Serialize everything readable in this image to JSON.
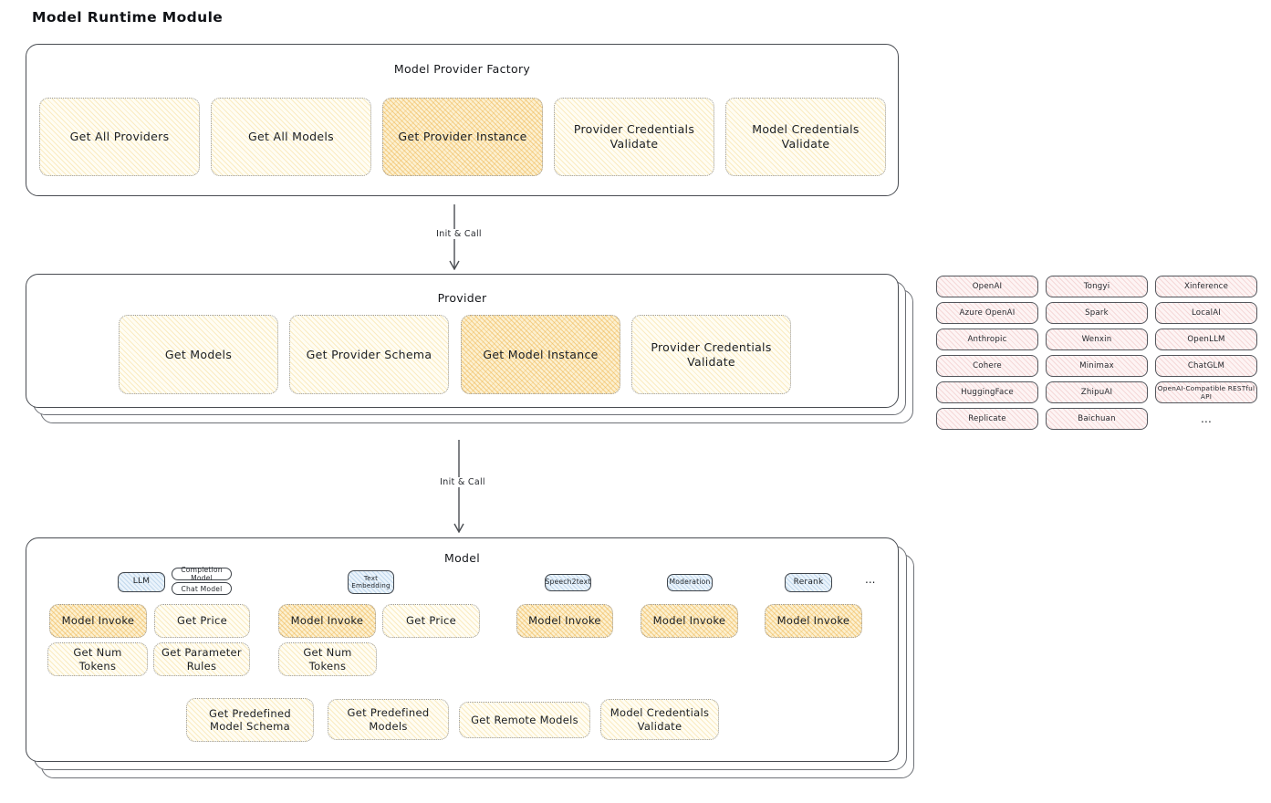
{
  "page": {
    "title": "Model Runtime Module"
  },
  "arrows": {
    "label1": "Init & Call",
    "label2": "Init & Call"
  },
  "factory": {
    "title": "Model Provider Factory",
    "buttons": [
      "Get All Providers",
      "Get All Models",
      "Get Provider Instance",
      "Provider Credentials Validate",
      "Model Credentials Validate"
    ]
  },
  "provider": {
    "title": "Provider",
    "buttons": [
      "Get Models",
      "Get Provider Schema",
      "Get Model Instance",
      "Provider Credentials Validate"
    ]
  },
  "model": {
    "title": "Model",
    "tabs": {
      "llm": "LLM",
      "completion_model": "Completion Model",
      "chat_model": "Chat Model",
      "text_embedding": "Text Embedding",
      "speech2text": "Speech2text",
      "moderation": "Moderation",
      "rerank": "Rerank",
      "more": "..."
    },
    "buttons": {
      "llm_invoke": "Model Invoke",
      "llm_get_price": "Get Price",
      "llm_get_num_tokens": "Get Num Tokens",
      "llm_get_parameter_rules": "Get Parameter Rules",
      "embedding_invoke": "Model Invoke",
      "embedding_get_price": "Get Price",
      "embedding_get_num_tokens": "Get Num Tokens",
      "speech2text_invoke": "Model Invoke",
      "moderation_invoke": "Model Invoke",
      "rerank_invoke": "Model Invoke",
      "get_predefined_model_schema": "Get Predefined Model Schema",
      "get_predefined_models": "Get Predefined Models",
      "get_remote_models": "Get Remote Models",
      "model_credentials_validate": "Model Credentials Validate"
    }
  },
  "providers_list": {
    "items": [
      "OpenAI",
      "Tongyi",
      "Xinference",
      "Azure OpenAI",
      "Spark",
      "LocalAI",
      "Anthropic",
      "Wenxin",
      "OpenLLM",
      "Cohere",
      "Minimax",
      "ChatGLM",
      "HuggingFace",
      "ZhipuAI",
      "OpenAI-Compatible RESTful API",
      "Replicate",
      "Baichuan",
      "..."
    ]
  },
  "colors": {
    "box_border": "#494c52",
    "cream_fill": "#fffdf3",
    "cream_hatch": "#f2cd70",
    "highlight_fill": "#fcf0d0",
    "highlight_hatch": "#eeb248",
    "blue_fill": "#eaf3fb",
    "blue_hatch": "#80aed6",
    "pink_fill": "#fdf4f4",
    "pink_hatch": "#e49e9e"
  }
}
